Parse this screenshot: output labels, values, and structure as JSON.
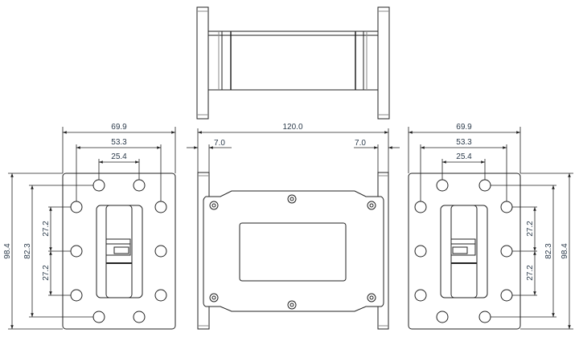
{
  "drawing": {
    "top_view": {},
    "left_view": {
      "width_overall": "69.9",
      "hole_span_outer": "53.3",
      "hole_span_inner": "25.4",
      "height_overall": "98.4",
      "hole_span_vertical": "82.3",
      "hole_pitch_upper": "27.2",
      "hole_pitch_lower": "27.2"
    },
    "front_view": {
      "length_overall": "120.0",
      "flange_thickness_left": "7.0",
      "flange_thickness_right": "7.0"
    },
    "right_view": {
      "width_overall": "69.9",
      "hole_span_outer": "53.3",
      "hole_span_inner": "25.4",
      "height_overall": "98.4",
      "hole_span_vertical": "82.3",
      "hole_pitch_upper": "27.2",
      "hole_pitch_lower": "27.2"
    }
  }
}
